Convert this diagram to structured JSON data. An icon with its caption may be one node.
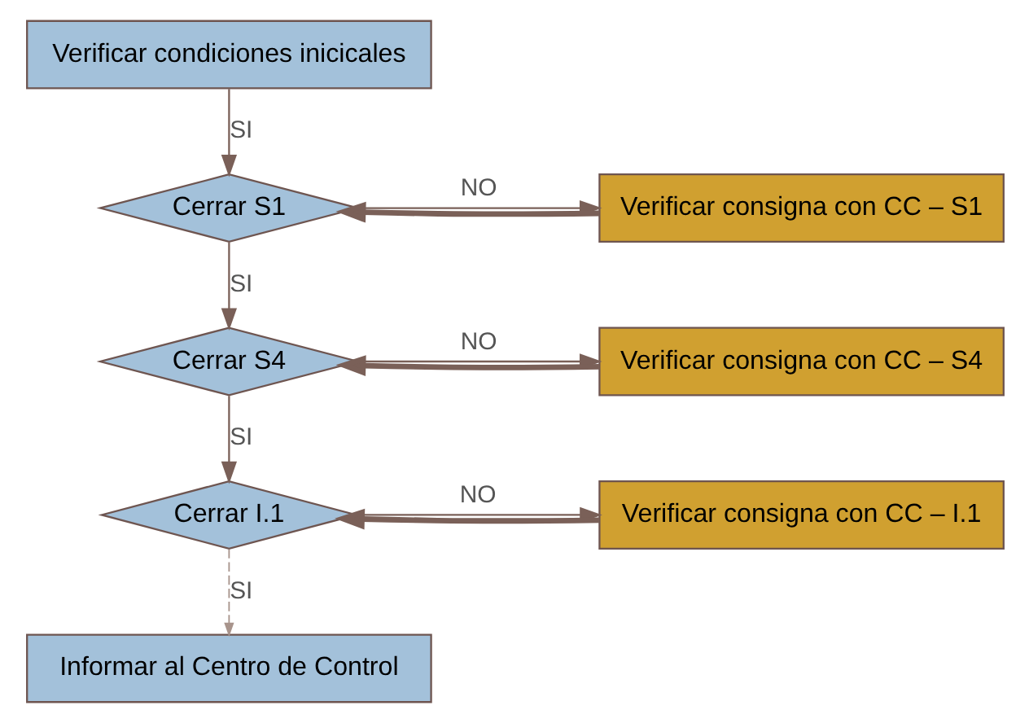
{
  "diagram": {
    "nodes": [
      {
        "text": [
          "Verificar condiciones inicicales"
        ]
      },
      {
        "text": [
          "Cerrar S1"
        ]
      },
      {
        "text": [
          "Verificar consigna con CC – S1"
        ]
      },
      {
        "text": [
          "Cerrar S4"
        ]
      },
      {
        "text": [
          "Verificar consigna con CC – S4"
        ]
      },
      {
        "text": [
          "Cerrar I.1"
        ]
      },
      {
        "text": [
          "Verificar consigna con CC – I.1"
        ]
      },
      {
        "text": [
          "Informar al Centro de Control"
        ]
      }
    ],
    "edges": [
      {
        "from": 0,
        "to": 1,
        "arrow": "to",
        "label": "SI"
      },
      {
        "from": 1,
        "to": 2,
        "arrow": "to",
        "label": "NO"
      },
      {
        "from": 2,
        "to": 1,
        "arrow": "to",
        "style": "thick"
      },
      {
        "from": 1,
        "to": 3,
        "arrow": "to",
        "label": "SI"
      },
      {
        "from": 3,
        "to": 4,
        "arrow": "to",
        "label": "NO"
      },
      {
        "from": 4,
        "to": 3,
        "arrow": "to",
        "style": "thick"
      },
      {
        "from": 3,
        "to": 5,
        "arrow": "to",
        "label": "SI"
      },
      {
        "from": 5,
        "to": 6,
        "arrow": "to",
        "label": "NO"
      },
      {
        "from": 6,
        "to": 5,
        "arrow": "to",
        "style": "thick"
      },
      {
        "from": 5,
        "to": 7,
        "arrow": "to",
        "label": "SI",
        "style": "dashed",
        "color": "#a8948c"
      }
    ]
  }
}
